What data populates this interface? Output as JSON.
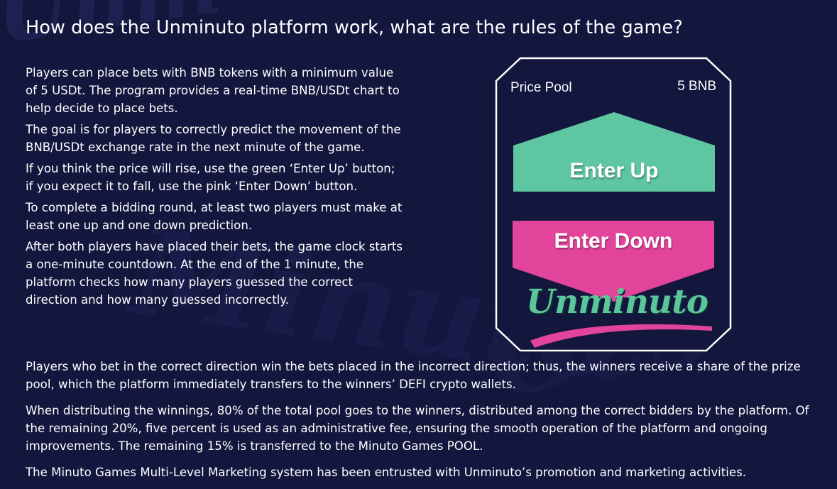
{
  "heading": "How does the Unminuto platform work, what are the rules of the game?",
  "left_paragraphs": [
    "Players can place bets with BNB tokens with a minimum value of 5 USDt. The program provides a real-time BNB/USDt chart to help decide to place bets.",
    "The goal is for players to correctly predict the movement of the BNB/USDt exchange rate in the next minute of the game.",
    "If you think the price will rise, use the green ‘Enter Up’ button; if you expect it to fall, use the pink ‘Enter Down’ button.",
    "To complete a bidding round, at least two players must make at least one up and one down prediction.",
    "After both players have placed their bets, the game clock starts a one-minute countdown. At the end of the 1 minute, the platform checks how many players guessed the correct direction and how many guessed incorrectly."
  ],
  "full_paragraphs": [
    "Players who bet in the correct direction win the bets placed in the incorrect direction; thus, the winners receive a share of the prize pool, which the platform immediately transfers to the winners’ DEFI crypto wallets.",
    "When distributing the winnings, 80% of the total pool goes to the winners, distributed among the correct bidders by the platform. Of the remaining 20%, five percent is used as an administrative fee, ensuring the smooth operation of the platform and ongoing improvements. The remaining 15% is transferred to the Minuto Games POOL.",
    "The Minuto Games Multi-Level Marketing system has been entrusted with Unminuto’s promotion and marketing activities."
  ],
  "card": {
    "pool_label": "Price Pool",
    "pool_value": "5 BNB",
    "enter_up_label": "Enter Up",
    "enter_down_label": "Enter Down",
    "logo_text": "Unminuto"
  },
  "colors": {
    "background": "#13163d",
    "enter_up": "#5fc6a2",
    "enter_down": "#e2449c",
    "logo": "#5ac69a"
  }
}
